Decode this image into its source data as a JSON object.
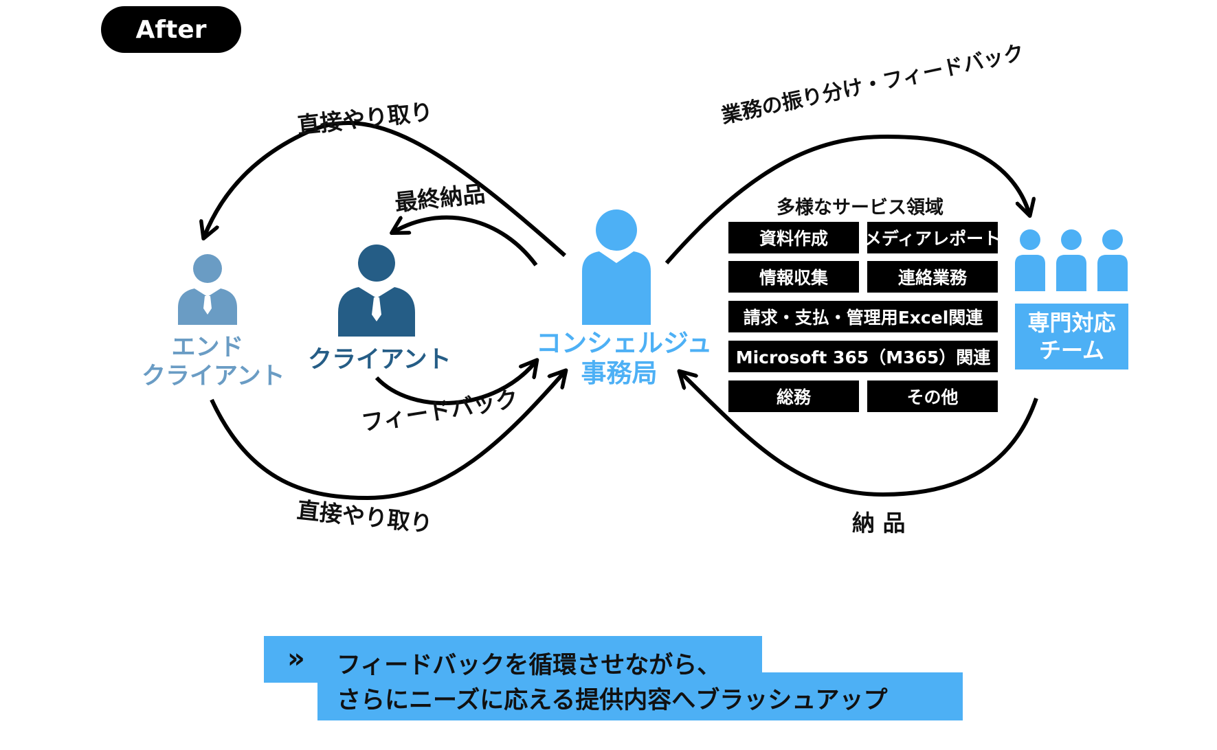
{
  "badge": "After",
  "labels": {
    "direct_top": "直接やり取り",
    "final_delivery": "最終納品",
    "direct_bottom": "直接やり取り",
    "feedback": "フィードバック",
    "assign_feedback": "業務の振り分け・フィードバック",
    "delivery": "納 品"
  },
  "nodes": {
    "end_client_line1": "エンド",
    "end_client_line2": "クライアント",
    "client": "クライアント",
    "concierge_line1": "コンシェルジュ",
    "concierge_line2": "事務局",
    "team_line1": "専門対応",
    "team_line2": "チーム"
  },
  "services": {
    "title": "多様なサービス領域",
    "items": [
      "資料作成",
      "メディアレポート",
      "情報収集",
      "連絡業務",
      "請求・支払・管理用Excel関連",
      "Microsoft 365（M365）関連",
      "総務",
      "その他"
    ]
  },
  "banner": {
    "marker": "»",
    "line1": "フィードバックを循環させながら、",
    "line2": "さらにニーズに応える提供内容へブラッシュアップ"
  },
  "colors": {
    "end_client": "#6a9cc4",
    "client": "#255d86",
    "concierge": "#4db0f5",
    "team": "#4db0f5",
    "banner": "#4db0f5"
  }
}
